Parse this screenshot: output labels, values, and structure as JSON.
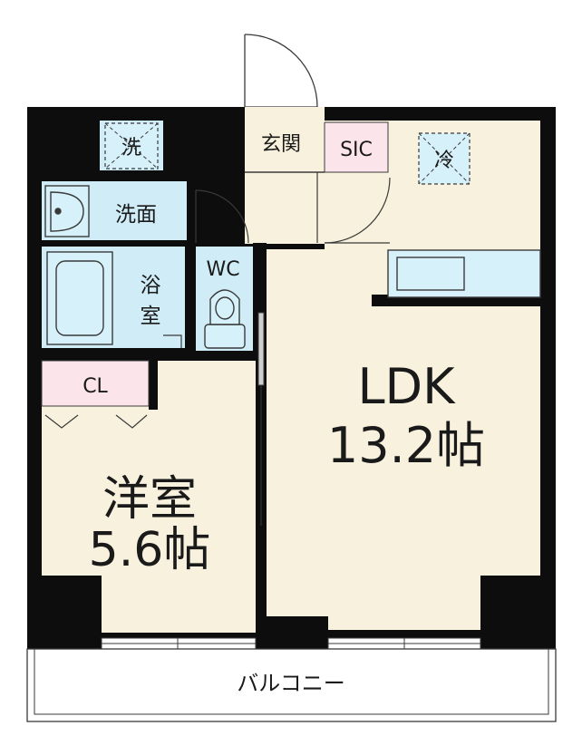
{
  "colors": {
    "wall": "#0d0d0d",
    "floor_living": "#f8f1dd",
    "wet_area": "#cfecf7",
    "fixture_fill": "#d6f1fa",
    "fixture_stroke": "#3a3a3a",
    "closet": "#fbe4ea",
    "balcony": "#ffffff"
  },
  "rooms": {
    "ldk": {
      "name": "LDK",
      "size": "13.2帖"
    },
    "western": {
      "name": "洋室",
      "size": "5.6帖"
    },
    "entrance": "玄関",
    "sic": "SIC",
    "washroom": "洗面",
    "washer": "洗",
    "bath": "浴\n室",
    "bath_line1": "浴",
    "bath_line2": "室",
    "toilet": "WC",
    "closet": "CL",
    "fridge": "冷",
    "balcony": "バルコニー"
  },
  "icons": [
    "door-swing-icon",
    "washbasin-icon",
    "bathtub-icon",
    "toilet-icon",
    "kitchen-counter-icon",
    "washer-space-icon",
    "fridge-space-icon",
    "window-icon",
    "sliding-door-icon"
  ]
}
